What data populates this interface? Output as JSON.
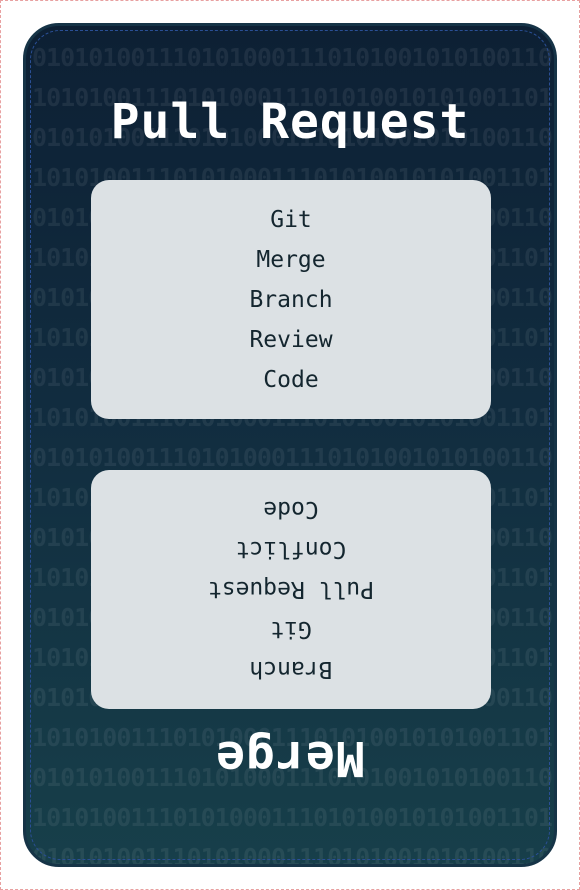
{
  "card": {
    "top_title": "Pull Request",
    "bottom_title": "Merge",
    "top_words": [
      "Git",
      "Merge",
      "Branch",
      "Review",
      "Code"
    ],
    "bottom_words": [
      "Branch",
      "Git",
      "Pull Request",
      "Conflict",
      "Code"
    ],
    "background_pattern": "0101010011101010001110101001010100110101001110101000111010100101010011101"
  },
  "colors": {
    "card_top": "#0d2034",
    "card_bottom": "#173f4a",
    "word_box": "#dce1e4",
    "word_text": "#14262f",
    "title_text": "#ffffff",
    "inner_border": "#2a4f96"
  }
}
